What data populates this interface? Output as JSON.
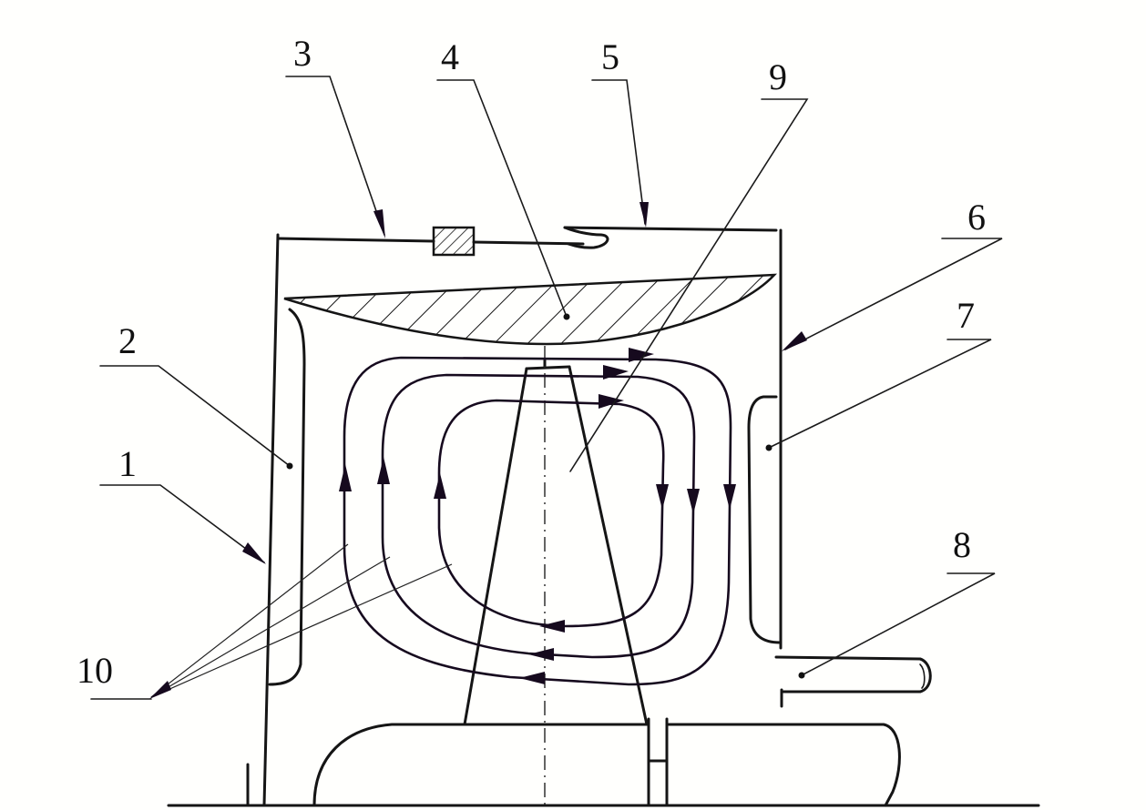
{
  "callouts": [
    {
      "id": "1",
      "text": "1"
    },
    {
      "id": "2",
      "text": "2"
    },
    {
      "id": "3",
      "text": "3"
    },
    {
      "id": "4",
      "text": "4"
    },
    {
      "id": "5",
      "text": "5"
    },
    {
      "id": "6",
      "text": "6"
    },
    {
      "id": "7",
      "text": "7"
    },
    {
      "id": "8",
      "text": "8"
    },
    {
      "id": "9",
      "text": "9"
    },
    {
      "id": "10",
      "text": "10"
    }
  ],
  "colors": {
    "ink": "#151515",
    "flow": "#160a1e",
    "paper": "#fffffd"
  }
}
